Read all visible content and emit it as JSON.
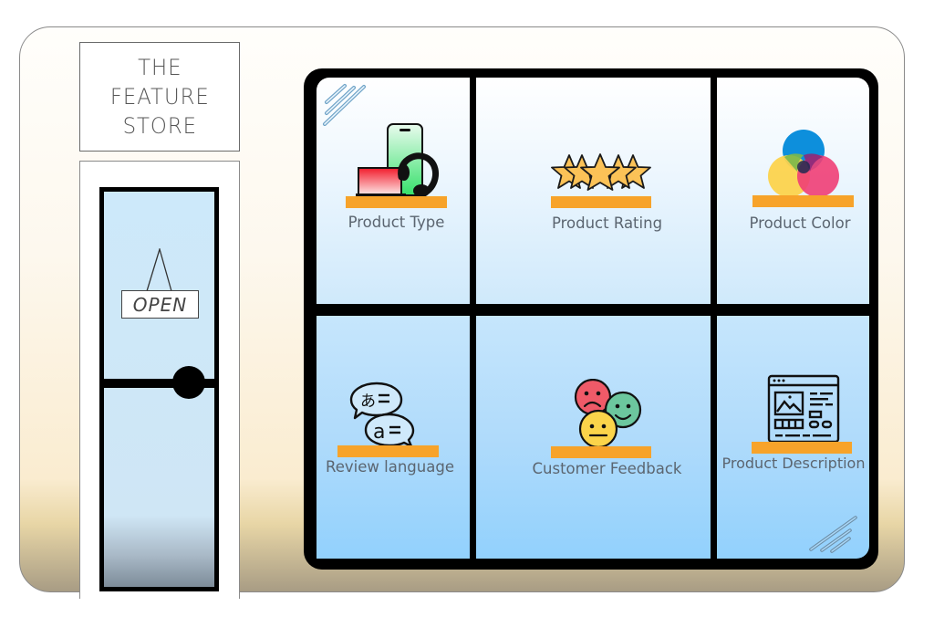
{
  "storefront": {
    "sign_text": "THE\nFEATURE\nSTORE",
    "door_sign": "OPEN"
  },
  "window": {
    "panes": [
      {
        "id": "product-type",
        "label": "Product Type",
        "icon": "devices-icon"
      },
      {
        "id": "product-rating",
        "label": "Product Rating",
        "icon": "stars-icon"
      },
      {
        "id": "product-color",
        "label": "Product Color",
        "icon": "color-circles-icon"
      },
      {
        "id": "review-language",
        "label": "Review language",
        "icon": "translate-icon"
      },
      {
        "id": "customer-feedback",
        "label": "Customer Feedback",
        "icon": "emoji-faces-icon"
      },
      {
        "id": "product-description",
        "label": "Product Description",
        "icon": "webpage-icon"
      }
    ]
  },
  "colors": {
    "shelf": "#f7a32a",
    "frame": "#000000",
    "label": "#5b6570",
    "glass_top": "#eef7fe",
    "glass_bottom": "#92d1fd"
  }
}
